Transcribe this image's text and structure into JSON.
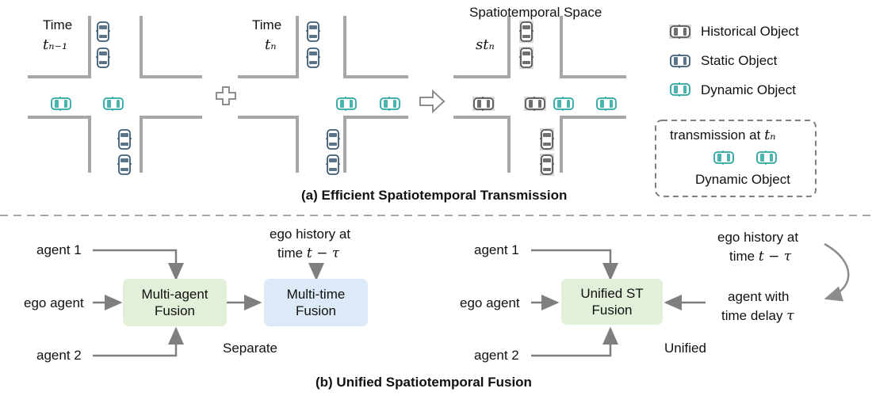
{
  "panel_a": {
    "scene1": {
      "label": "Time",
      "sub": "tₙ₋₁"
    },
    "scene2": {
      "label": "Time",
      "sub": "tₙ"
    },
    "scene3": {
      "title": "Spatiotemporal Space",
      "sub": "stₙ"
    },
    "caption": "(a) Efficient Spatiotemporal Transmission",
    "legend": {
      "historical": "Historical Object",
      "static": "Static Object",
      "dynamic": "Dynamic Object"
    },
    "transmission": {
      "title": "transmission at",
      "var": "tₙ",
      "item": "Dynamic Object"
    }
  },
  "panel_b": {
    "separate": {
      "agent1": "agent 1",
      "ego_agent": "ego agent",
      "agent2": "agent 2",
      "ego_history_line1": "ego history at",
      "ego_history_line2_prefix": "time ",
      "ego_history_line2_math": "t − τ",
      "multi_agent_fusion": "Multi-agent Fusion",
      "multi_time_fusion": "Multi-time Fusion",
      "label": "Separate"
    },
    "unified": {
      "agent1": "agent 1",
      "ego_agent": "ego agent",
      "agent2": "agent 2",
      "ego_history_line1": "ego history at",
      "ego_history_line2_prefix": "time ",
      "ego_history_line2_math": "t − τ",
      "agent_delay_line1": "agent with",
      "agent_delay_line2_prefix": "time delay ",
      "agent_delay_line2_math": "τ",
      "unified_st_fusion": "Unified ST Fusion",
      "label": "Unified"
    },
    "caption": "(b) Unified Spatiotemporal Fusion"
  },
  "colors": {
    "road": "#a6a6a6",
    "static_car": "#3d5a73",
    "dynamic_car": "#2aa6a0",
    "historical_car": "#777777",
    "fusion_green": "#e2efd9",
    "fusion_blue": "#dce9f7",
    "arrow": "#7f7f7f"
  }
}
